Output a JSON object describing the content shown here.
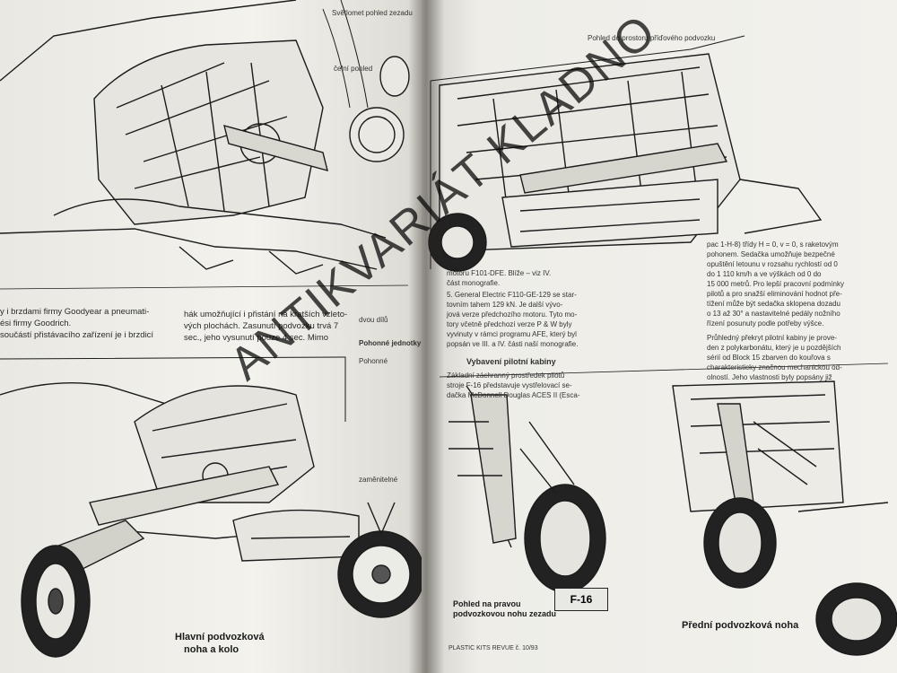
{
  "left_page": {
    "diagram_labels": {
      "rear_view": "Světlomet pohled zezadu",
      "front_view": "čelní pohled"
    },
    "text_col1": [
      "y i brzdami firmy Goodyear a pneumati-",
      "ési firmy Goodrich.",
      "součástí přistávacího zařízení je i brzdicí"
    ],
    "text_col2": [
      "hák umožňující i přistání na kratších vzleto-",
      "vých plochách. Zasunutí podvozku trvá 7",
      "sec., jeho vysunutí pouze 4 sec. Mimo"
    ],
    "text_col3": [
      "dvou dílů",
      "Pohonné jednotky",
      "Pohonné",
      "zaměnitelné"
    ],
    "caption": [
      "Hlavní podvozková",
      "noha a kolo"
    ]
  },
  "right_page": {
    "header_label": "Pohled do prostoru příďového podvozku",
    "text_col1": [
      "motoru F101-DFE. Blíže – viz IV.",
      "část monografie.",
      "5. General Electric F110-GE-129 se star-",
      "tovním tahem 129 kN. Je další vývo-",
      "jová verze předchozího motoru. Tyto mo-",
      "tory včetně předchozí verze P & W byly",
      "vyvinuty v rámci programu AFE, který byl",
      "popsán ve III. a IV. části naší monografie."
    ],
    "section_heading": "Vybavení pilotní kabiny",
    "text_col1b": [
      "Základní záchranný prostředek pilotů",
      "stroje F-16 představuje vystřelovací se-",
      "dačka McDonnell Douglas ACES II (Esca-"
    ],
    "text_col2": [
      "pac 1-H-8) třídy H = 0, v = 0, s raketovým",
      "pohonem. Sedačka umožňuje bezpečné",
      "opuštění letounu v rozsahu rychlostí od 0",
      "do 1 110 km/h a ve výškách od 0 do",
      "15 000 metrů. Pro lepší pracovní podmínky",
      "pilotů a pro snažší eliminování hodnot pře-",
      "tížení může být sedačka sklopena dozadu",
      "o 13 až 30° a nastavitelné pedály nožního",
      "řízení posunuty podle potřeby výšce."
    ],
    "text_col2b": [
      "Průhledný překryt pilotní kabiny je prove-",
      "den z polykarbonátu, který je u pozdějších",
      "sérií od Block 15 zbarven do kouřova s",
      "charakteristicky značnou mechanickou od-",
      "olností. Jeho vlastnosti byly popsány již"
    ],
    "caption_left": [
      "Pohled na pravou",
      "podvozkovou nohu zezadu"
    ],
    "caption_right": "Přední podvozková noha",
    "plate_text": "F-16",
    "footer": "PLASTIC KITS REVUE č. 10/93"
  },
  "watermark": "ANTIKVARIÁT KLADNO",
  "colors": {
    "paper": "#f1f0eb",
    "ink": "#1a1a1a",
    "table": "#7a6d5e"
  }
}
